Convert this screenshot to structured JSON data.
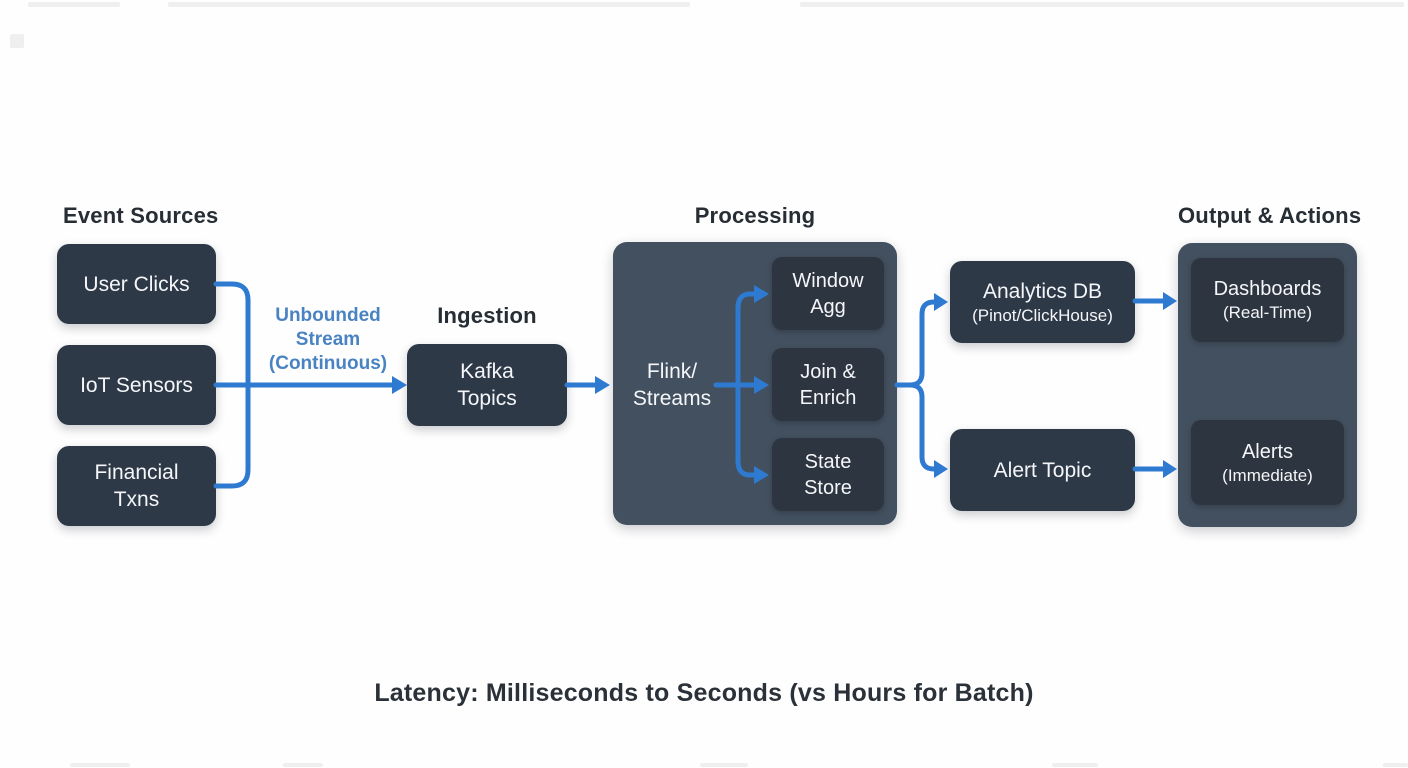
{
  "headings": {
    "event_sources": "Event Sources",
    "ingestion": "Ingestion",
    "processing": "Processing",
    "output_actions": "Output & Actions"
  },
  "sources": [
    {
      "lines": [
        "User Clicks"
      ]
    },
    {
      "lines": [
        "IoT Sensors"
      ]
    },
    {
      "lines": [
        "Financial",
        "Txns"
      ]
    }
  ],
  "stream_label": {
    "lines": [
      "Unbounded",
      "Stream",
      "(Continuous)"
    ]
  },
  "ingestion_node": {
    "lines": [
      "Kafka",
      "Topics"
    ]
  },
  "processing": {
    "engine_lines": [
      "Flink/",
      "Streams"
    ],
    "stages": [
      {
        "lines": [
          "Window",
          "Agg"
        ]
      },
      {
        "lines": [
          "Join &",
          "Enrich"
        ]
      },
      {
        "lines": [
          "State",
          "Store"
        ]
      }
    ]
  },
  "sinks": [
    {
      "title": "Analytics DB",
      "subtitle": "(Pinot/ClickHouse)"
    },
    {
      "title": "Alert Topic"
    }
  ],
  "outputs": [
    {
      "title": "Dashboards",
      "subtitle": "(Real-Time)"
    },
    {
      "title": "Alerts",
      "subtitle": "(Immediate)"
    }
  ],
  "caption": "Latency: Milliseconds to Seconds (vs Hours for Batch)",
  "colors": {
    "connector_blue": "#2E7AD1",
    "stream_label_blue": "#4A83C2",
    "node_fill": "#2E3947",
    "group_fill": "#43505F",
    "inner_node_fill": "#2C3540",
    "heading_text": "#262D34",
    "node_text": "#F4F6F9",
    "background": "#FEFEFE"
  }
}
